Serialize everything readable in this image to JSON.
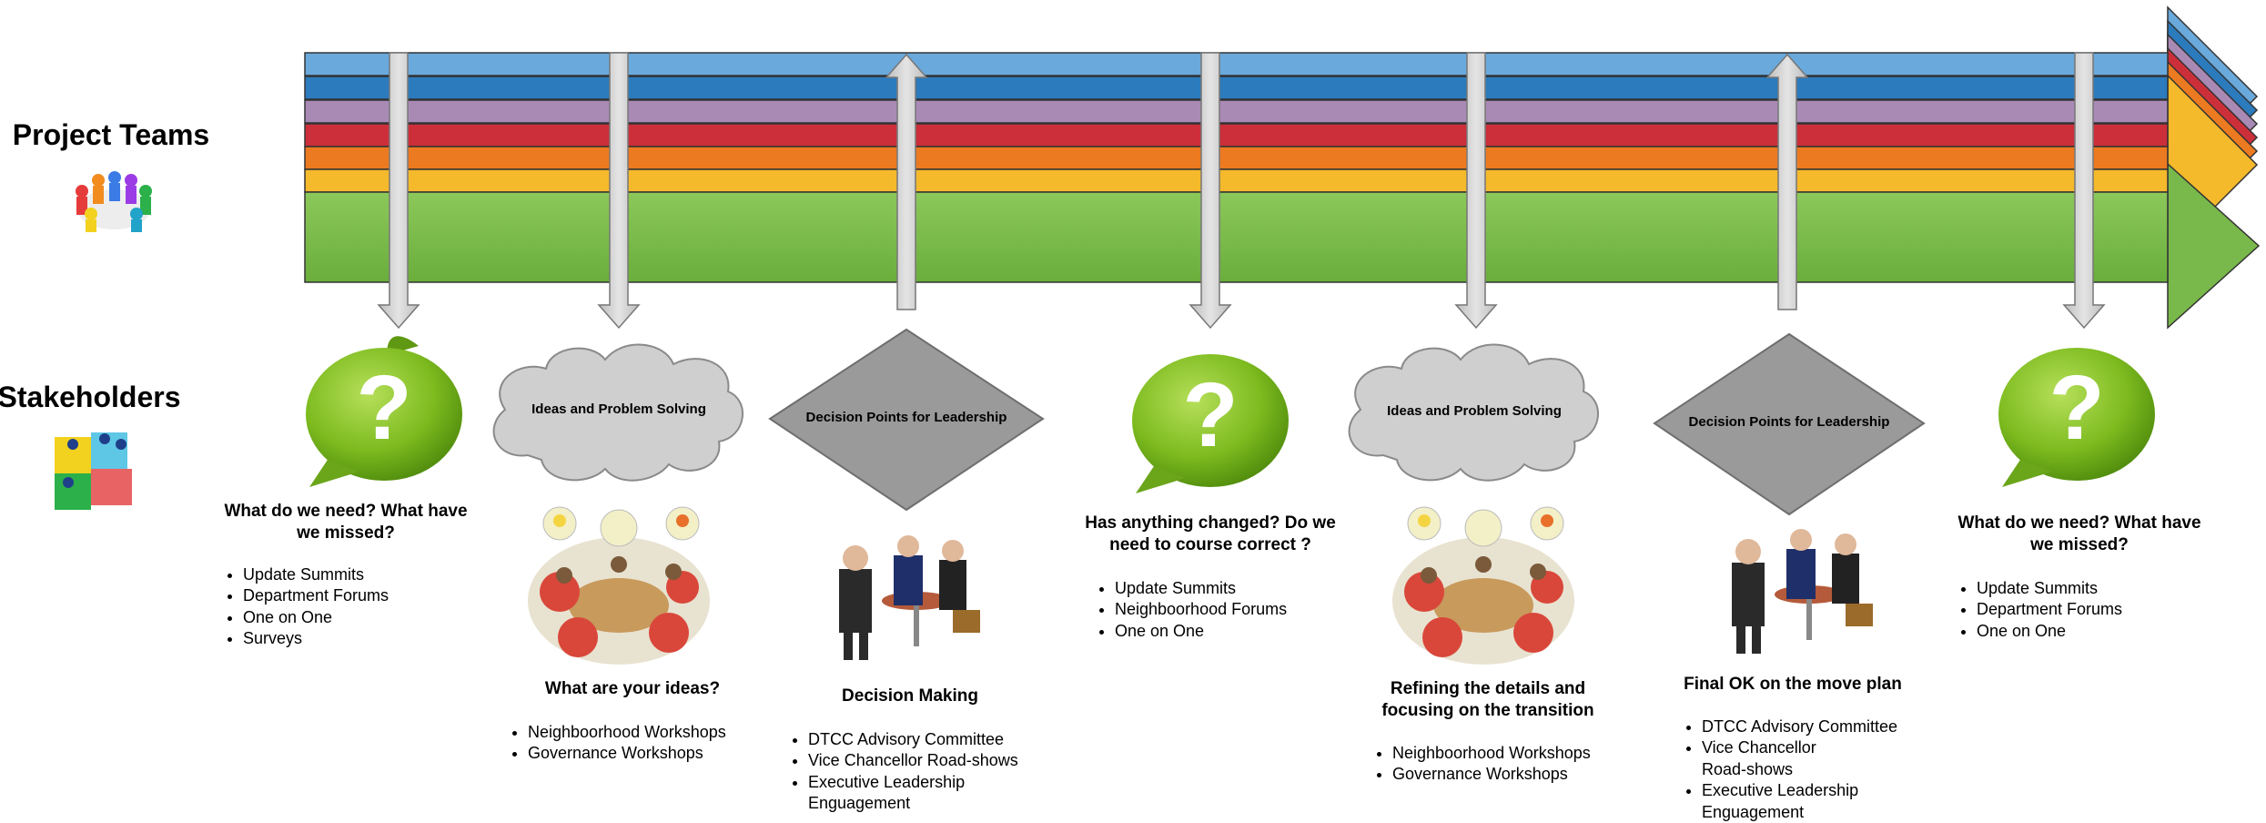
{
  "labels": {
    "project_teams": "Project Teams",
    "stakeholders": "Stakeholders"
  },
  "bands": {
    "colors": [
      "#6aa9dc",
      "#2b7bbd",
      "#a98ab5",
      "#cc2f3a",
      "#ec7a20",
      "#f5b92c",
      "#79b84a"
    ]
  },
  "icons": {
    "project_teams": "people-circle-icon",
    "stakeholders": "puzzle-people-icon",
    "question": "question-bubble-icon",
    "meeting": "meeting-illustration-icon",
    "leaders": "leaders-illustration-icon",
    "arrow_down": "arrow-down-icon",
    "arrow_up": "arrow-up-icon"
  },
  "shapes": {
    "cloud_1": "Ideas and Problem Solving",
    "diamond_1": "Decision Points for Leadership",
    "cloud_2": "Ideas and Problem Solving",
    "diamond_2": "Decision Points for Leadership"
  },
  "stages": [
    {
      "title": "What do we need? What have we missed?",
      "items": [
        "Update Summits",
        "Department Forums",
        "One on One",
        "Surveys"
      ]
    },
    {
      "title": "What are your ideas?",
      "items": [
        "Neighboorhood Workshops",
        "Governance Workshops"
      ]
    },
    {
      "title": "Decision Making",
      "items": [
        "DTCC Advisory Committee",
        "Vice Chancellor Road-shows",
        "Executive Leadership Enguagement"
      ]
    },
    {
      "title": "Has anything changed? Do we need to course correct ?",
      "items": [
        "Update Summits",
        "Neighboorhood Forums",
        "One on One"
      ]
    },
    {
      "title": "Refining the details and focusing on the transition",
      "items": [
        "Neighboorhood Workshops",
        "Governance Workshops"
      ]
    },
    {
      "title": "Final OK on the move plan",
      "items": [
        "DTCC Advisory Committee",
        "Vice Chancellor Road-shows",
        "Executive Leadership Enguagement"
      ]
    },
    {
      "title": "What do we need? What have we missed?",
      "items": [
        "Update Summits",
        "Department Forums",
        "One on One"
      ]
    }
  ]
}
